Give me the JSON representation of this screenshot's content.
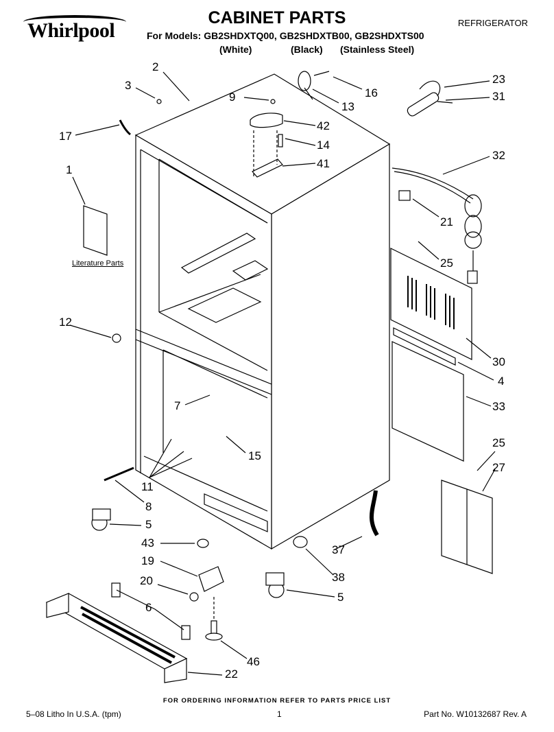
{
  "header": {
    "brand": "Whirlpool",
    "title": "CABINET PARTS",
    "category": "REFRIGERATOR",
    "models_line": "For Models: GB2SHDXTQ00, GB2SHDXTB00, GB2SHDXTS00",
    "finishes": [
      "(White)",
      "(Black)",
      "(Stainless Steel)"
    ]
  },
  "diagram": {
    "literature_label": "Literature Parts",
    "callouts": [
      "2",
      "3",
      "9",
      "16",
      "13",
      "23",
      "31",
      "17",
      "42",
      "14",
      "41",
      "32",
      "1",
      "21",
      "25",
      "12",
      "30",
      "4",
      "33",
      "7",
      "15",
      "25",
      "27",
      "11",
      "8",
      "5",
      "43",
      "37",
      "19",
      "38",
      "20",
      "5",
      "6",
      "46",
      "22"
    ]
  },
  "footer": {
    "order_note": "FOR ORDERING INFORMATION REFER TO PARTS PRICE LIST",
    "litho": "5–08 Litho In U.S.A. (tpm)",
    "page": "1",
    "part_no": "Part No. W10132687 Rev. A"
  }
}
